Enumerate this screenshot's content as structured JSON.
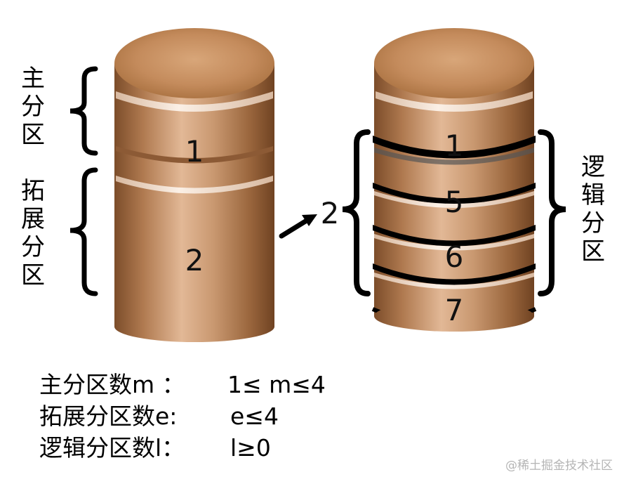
{
  "left_disk": {
    "primary_label": [
      "主",
      "分",
      "区"
    ],
    "extended_label": [
      "拓",
      "展",
      "分",
      "区"
    ],
    "segments": [
      "1",
      "2"
    ]
  },
  "arrow_label": "2",
  "right_disk": {
    "segments": [
      "1",
      "5",
      "6",
      "7"
    ],
    "logical_label": [
      "逻",
      "辑",
      "分",
      "区"
    ]
  },
  "formulas": [
    {
      "label": "主分区数m ：",
      "condition": "1≤ m≤4"
    },
    {
      "label": "拓展分区数e:",
      "condition": "e≤4"
    },
    {
      "label": "逻辑分区数l：",
      "condition": "l≥0"
    }
  ],
  "watermark": "@稀土掘金技术社区",
  "colors": {
    "copper_dark": "#7a4a26",
    "copper_mid": "#c08a60",
    "copper_light": "#e8c0a0",
    "ring": "#f3e2d3"
  }
}
